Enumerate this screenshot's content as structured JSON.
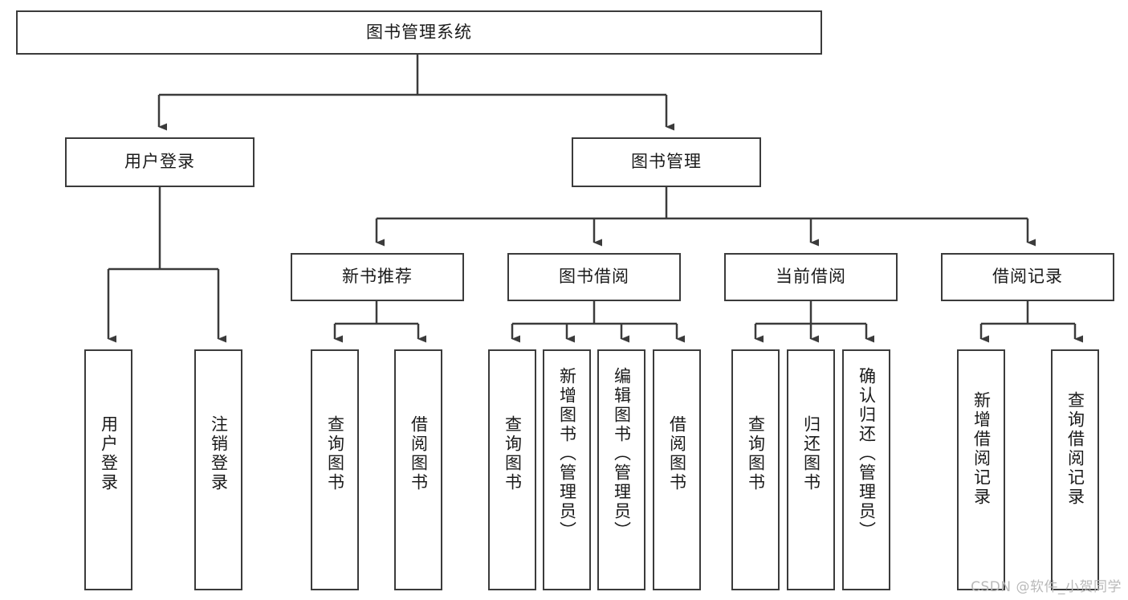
{
  "diagram": {
    "title": "图书管理系统",
    "type": "hierarchy-tree",
    "root": {
      "label": "图书管理系统"
    },
    "level2": [
      {
        "label": "用户登录"
      },
      {
        "label": "图书管理"
      }
    ],
    "level3": [
      {
        "label": "新书推荐"
      },
      {
        "label": "图书借阅"
      },
      {
        "label": "当前借阅"
      },
      {
        "label": "借阅记录"
      }
    ],
    "leaves": {
      "user_login": [
        {
          "label": "用户登录"
        },
        {
          "label": "注销登录"
        }
      ],
      "new_book": [
        {
          "label": "查询图书"
        },
        {
          "label": "借阅图书"
        }
      ],
      "book_borrow": [
        {
          "label": "查询图书"
        },
        {
          "label": "新增图书（管理员）"
        },
        {
          "label": "编辑图书（管理员）"
        },
        {
          "label": "借阅图书"
        }
      ],
      "current_borrow": [
        {
          "label": "查询图书"
        },
        {
          "label": "归还图书"
        },
        {
          "label": "确认归还（管理员）"
        }
      ],
      "borrow_record": [
        {
          "label": "新增借阅记录"
        },
        {
          "label": "查询借阅记录"
        }
      ]
    }
  },
  "watermark": {
    "text": "CSDN @软件_小贺同学"
  },
  "colors": {
    "stroke": "#3b3b3b",
    "text": "#1a1a1a",
    "background": "#ffffff",
    "watermark": "#b9b9b9"
  }
}
